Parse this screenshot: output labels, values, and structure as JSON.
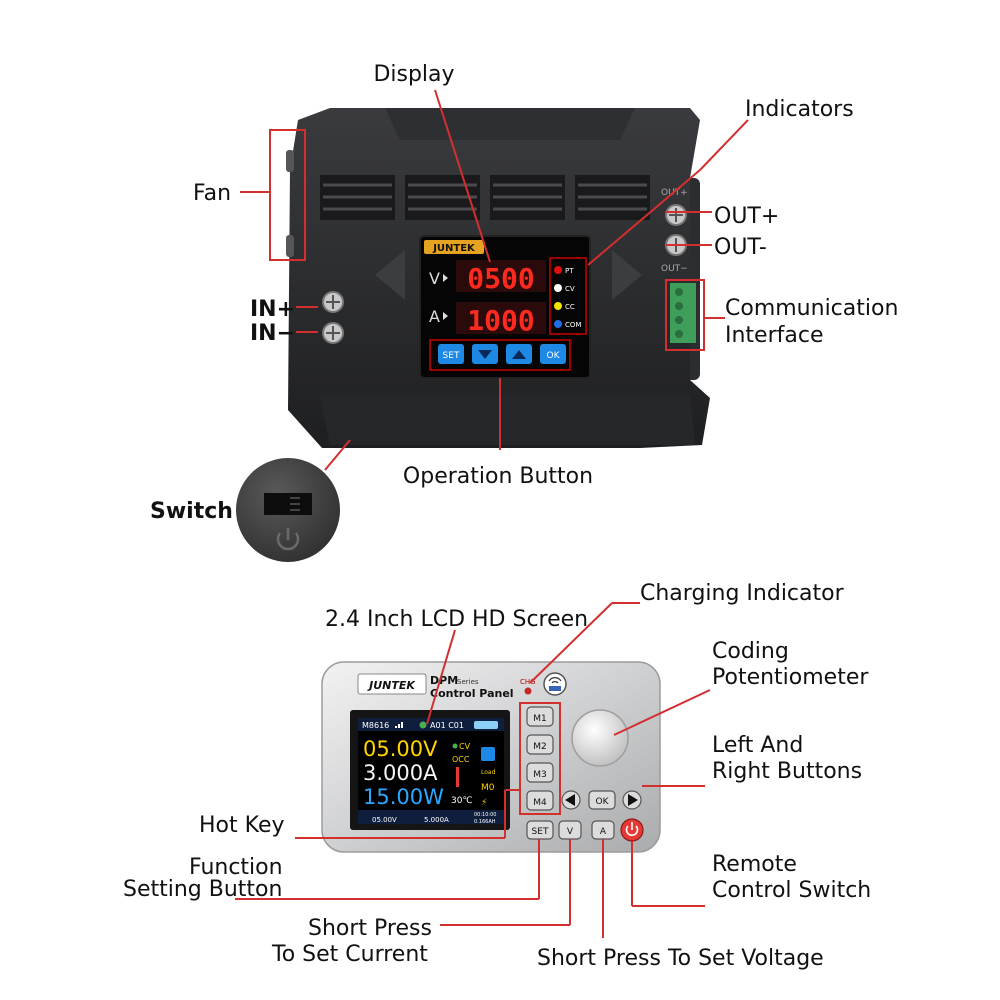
{
  "top": {
    "labels": {
      "display": "Display",
      "indicators": "Indicators",
      "fan": "Fan",
      "out_plus": "OUT+",
      "out_minus": "OUT-",
      "in_plus": "IN+",
      "in_minus": "IN−",
      "comm_line1": "Communication",
      "comm_line2": "Interface",
      "operation_button": "Operation Button",
      "switch": "Switch"
    },
    "device": {
      "brand": "JUNTEK",
      "v_label": "V",
      "a_label": "A",
      "voltage": "0500",
      "current": "1000",
      "indicators": [
        {
          "text": "PT",
          "color": "#e01010"
        },
        {
          "text": "CV",
          "color": "#ffffff"
        },
        {
          "text": "CC",
          "color": "#f2e200"
        },
        {
          "text": "COM",
          "color": "#1e6ee8"
        }
      ],
      "buttons": [
        "SET",
        "▼",
        "▲",
        "OK"
      ],
      "out_plus_mark": "OUT+",
      "out_minus_mark": "OUT−"
    }
  },
  "bottom": {
    "labels": {
      "lcd_screen": "2.4 Inch LCD HD Screen",
      "charging": "Charging Indicator",
      "coding_line1": "Coding",
      "coding_line2": "Potentiometer",
      "lr_line1": "Left And",
      "lr_line2": "Right Buttons",
      "hot_key": "Hot Key",
      "function_line1": "Function",
      "function_line2": "Setting Button",
      "remote_line1": "Remote",
      "remote_line2": "Control Switch",
      "short_current_line1": "Short Press",
      "short_current_line2": "To Set Current",
      "short_voltage": "Short Press To Set Voltage"
    },
    "panel": {
      "brand": "JUNTEK",
      "series_name": "DPM",
      "series_suffix": "Series",
      "subtitle": "Control Panel",
      "chg": "CHG",
      "model": "M8616",
      "group": "A01 C01",
      "voltage": "05.00V",
      "current": "3.000A",
      "power": "15.00W",
      "cv": "CV",
      "occ": "OCC",
      "load": "Load",
      "mem": "M0",
      "temp": "30℃",
      "set_v": "05.00V",
      "set_a": "5.000A",
      "time": "00:10:00",
      "capacity": "0.166AH",
      "hot_keys": [
        "M1",
        "M2",
        "M3",
        "M4"
      ],
      "ok": "OK",
      "set": "SET",
      "v": "V",
      "a": "A"
    }
  }
}
